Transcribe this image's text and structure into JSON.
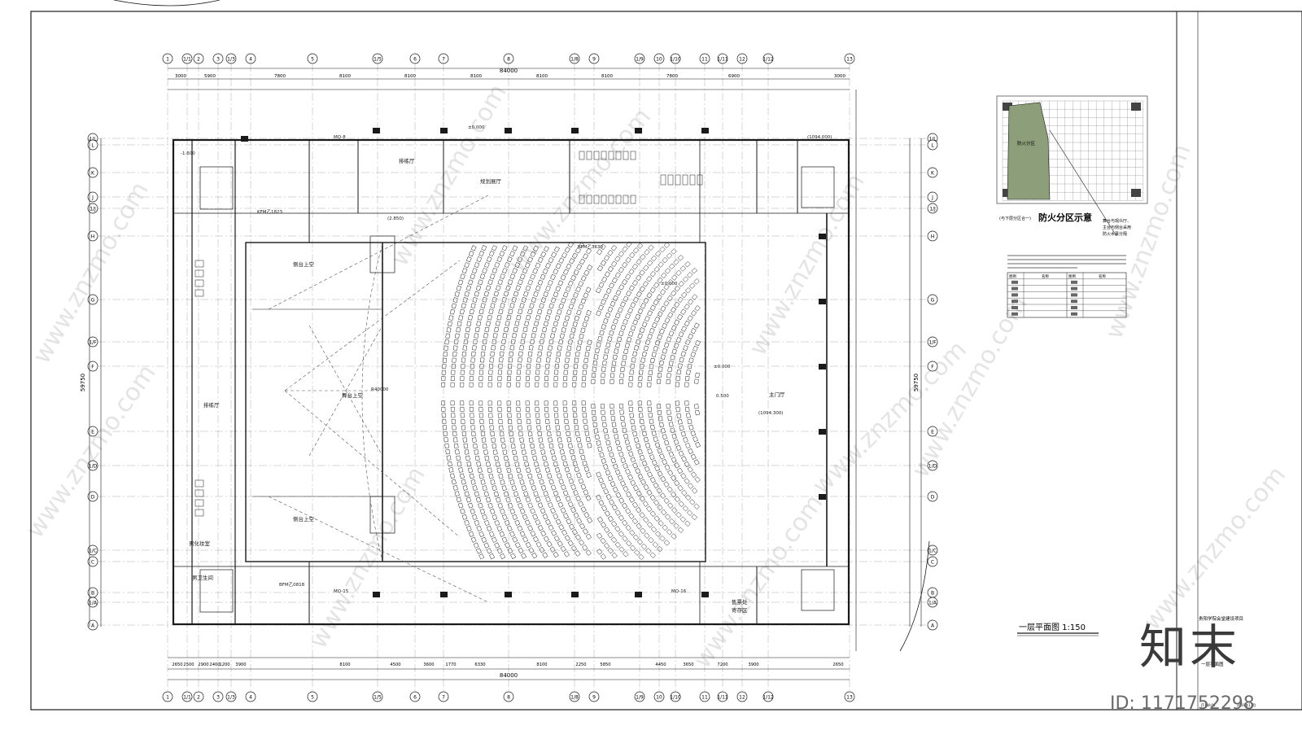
{
  "drawing": {
    "title": "一层平面图 1:150",
    "project": "贵阳学院会堂建设项目",
    "sheet_name": "一层平面图",
    "sheet_no": "JT-PW-06",
    "date": "2019年11月"
  },
  "grid": {
    "columns": [
      "1",
      "1/1",
      "2",
      "3",
      "1/3",
      "4",
      "5",
      "1/5",
      "6",
      "7",
      "8",
      "1/8",
      "9",
      "1/9",
      "10",
      "1/10",
      "11",
      "1/11",
      "12",
      "1/12",
      "13"
    ],
    "rows_left": [
      "1/L",
      "L",
      "K",
      "J",
      "1/J",
      "H",
      "G",
      "1/F",
      "F",
      "E",
      "1/D",
      "D",
      "1/C",
      "C",
      "B",
      "1/A",
      "A"
    ],
    "overall_width": "84000",
    "overall_depth": "59750",
    "top_dims": [
      "3000",
      "5900",
      "7800",
      "8100",
      "8100",
      "8100",
      "8100",
      "8100",
      "7800",
      "6900",
      "3000"
    ],
    "bottom_dims": [
      "2650",
      "2500",
      "2900",
      "2400",
      "1200",
      "3900",
      "8100",
      "4500",
      "3600",
      "1770",
      "6330",
      "8100",
      "2250",
      "5850",
      "4450",
      "3650",
      "7200",
      "3900",
      "2650"
    ]
  },
  "rooms": {
    "rehearsal_hall_top": "排练厅",
    "rehearsal_hall_left": "排练厅",
    "planning_hall": "规划展厅",
    "stage_above": "舞台上空",
    "side_stage_top": "侧台上空",
    "side_stage_bottom": "侧台上空",
    "main_foyer": "主门厅",
    "dressing": "男化妆室",
    "toilets": "男卫生间",
    "ticket_office": "售票处",
    "storage": "寄存区"
  },
  "labels": {
    "elev_zero": "±0.000",
    "elev_1": "(1094.000)",
    "elev_2": "(1094.300)",
    "elev_3": "(2.850)",
    "elev_4": "-1.600",
    "elev_5": "0.500",
    "radius": "R40000",
    "door_1": "KFM乙1823",
    "door_2": "BFM乙0818",
    "door_3": "KFM乙3630",
    "wall_1": "MQ-8",
    "wall_2": "MQ-15",
    "wall_3": "MQ-16"
  },
  "inset": {
    "title": "防火分区示意",
    "zone": "防火分区",
    "sub_note": "(与下层分区合一)",
    "note_lines": [
      "舞台与观众厅、",
      "主台与侧台采用",
      "防火水幕分隔"
    ],
    "legend_title": "图例",
    "legend_header_1": "名称",
    "legend_header_2": "图例"
  },
  "brand": {
    "logo_text": "知末",
    "id_text": "ID: 1171752298",
    "watermark": "www.znzmo.com"
  },
  "colors": {
    "line": "#1a1a1a",
    "faint": "#8a8a8a",
    "zone_fill": "#8c9f7a",
    "watermark": "#d8d8d8"
  }
}
